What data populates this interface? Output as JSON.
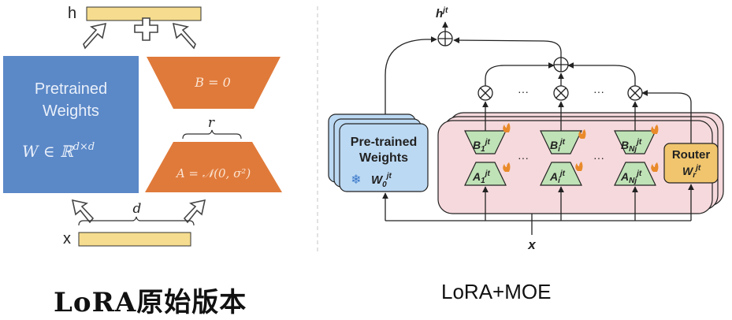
{
  "colors": {
    "blue": "#5b88c7",
    "orange": "#e07a3a",
    "yellow": "#f5dc8e",
    "lightblue": "#bcd9f3",
    "pink": "#f6d9dc",
    "green": "#bfe2b6",
    "router": "#f0c56d"
  },
  "lora": {
    "h_label": "h",
    "x_label": "x",
    "plus": "+",
    "pretrained_line1": "Pretrained",
    "pretrained_line2": "Weights",
    "w_formula": "W ∈ ℝ",
    "w_sup": "d×d",
    "b_label": "B = 0",
    "a_label": "A = 𝒩(0, σ²)",
    "r_label": "r",
    "d_label": "d",
    "caption": "LoRA原始版本"
  },
  "moe": {
    "h_label": "h",
    "h_sup": "jt",
    "x_label": "x",
    "pretrained_line1": "Pre-trained",
    "pretrained_line2": "Weights",
    "w0_label": "W",
    "w0_sub": "0",
    "w0_sup": "jt",
    "snowflake": "❄",
    "b_labels": [
      {
        "main": "B",
        "sub": "1",
        "sup": "jt"
      },
      {
        "main": "B",
        "sub": "i",
        "sup": "jt"
      },
      {
        "main": "B",
        "sub": "Nj",
        "sup": "jt"
      }
    ],
    "a_labels": [
      {
        "main": "A",
        "sub": "1",
        "sup": "jt"
      },
      {
        "main": "A",
        "sub": "i",
        "sup": "jt"
      },
      {
        "main": "A",
        "sub": "Nj",
        "sup": "jt"
      }
    ],
    "dots": "···",
    "router_line1": "Router",
    "router_w": "W",
    "router_sub": "r",
    "router_sup": "jt",
    "caption": "LoRA+MOE"
  }
}
